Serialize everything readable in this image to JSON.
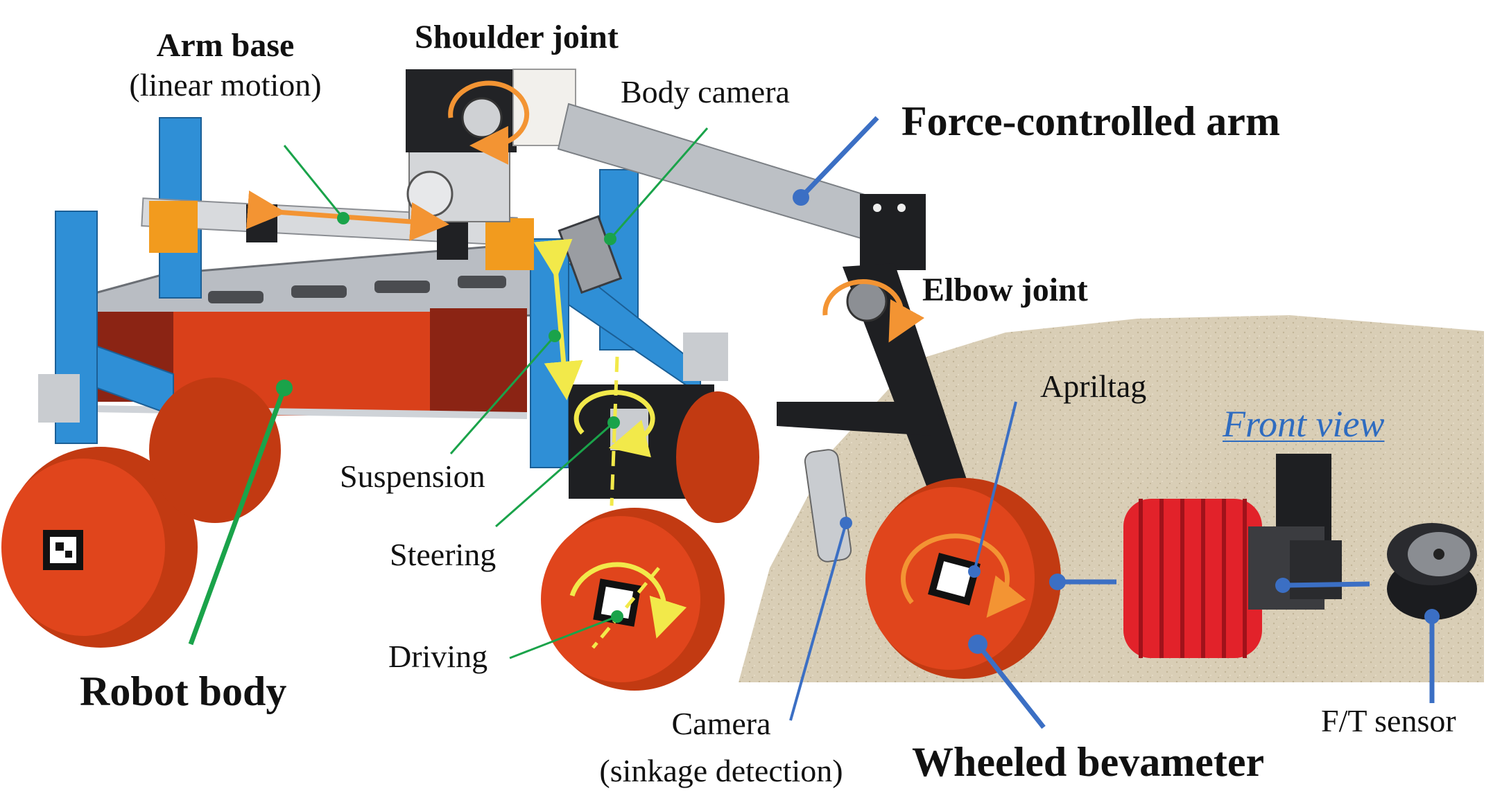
{
  "labels": {
    "arm_base": "Arm base",
    "arm_base_note": "(linear motion)",
    "shoulder_joint": "Shoulder joint",
    "body_camera": "Body camera",
    "force_controlled_arm": "Force-controlled arm",
    "elbow_joint": "Elbow joint",
    "apriltag": "Apriltag",
    "front_view": "Front view",
    "suspension": "Suspension",
    "steering": "Steering",
    "driving": "Driving",
    "robot_body": "Robot body",
    "camera": "Camera",
    "camera_note": "(sinkage detection)",
    "wheeled_bevameter": "Wheeled bevameter",
    "ft_sensor": "F/T sensor"
  },
  "colors": {
    "frame_blue": "#2f8fd6",
    "wheel_orange": "#e0451c",
    "body_red": "#d9401a",
    "body_dark_red": "#8b2414",
    "aluminum": "#bfc3c8",
    "sand": "#d8cdb4",
    "green_leader": "#1aa34a",
    "blue_leader": "#3b6fc4",
    "yellow_arrow": "#f2e94a",
    "orange_arrow": "#f39433",
    "front_view_text": "#2f6cc0"
  }
}
